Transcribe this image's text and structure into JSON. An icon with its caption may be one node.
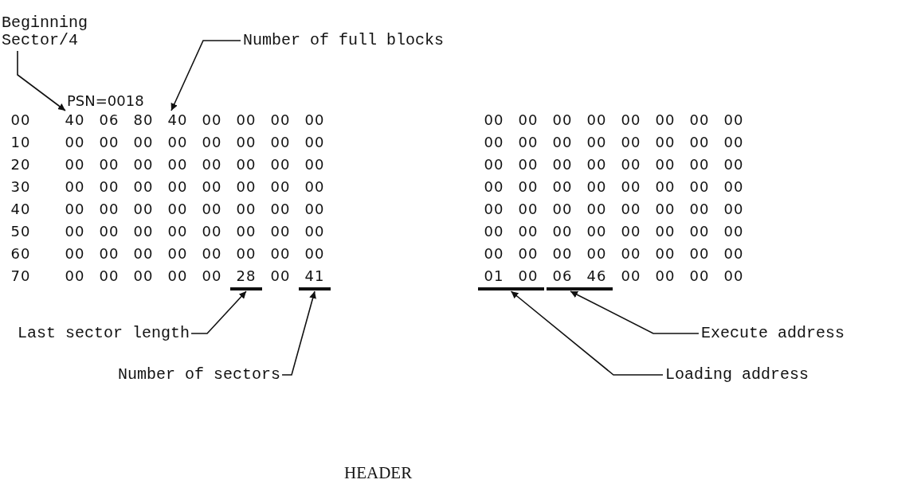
{
  "diagram": {
    "nodes": [
      {
        "text": [
          "Beginning Sector/4"
        ]
      },
      {
        "text": [
          "Number of full blocks"
        ]
      },
      {
        "text": [
          "40"
        ]
      },
      {
        "text": [
          "40"
        ]
      },
      {
        "text": [],
        "shape": "bar"
      },
      {
        "text": [],
        "shape": "bar"
      },
      {
        "text": [],
        "shape": "bar"
      },
      {
        "text": [],
        "shape": "bar"
      },
      {
        "text": [
          "Last sector length"
        ]
      },
      {
        "text": [
          "Execute address"
        ]
      },
      {
        "text": [
          "Number of sectors"
        ]
      },
      {
        "text": [
          "Loading address"
        ]
      }
    ],
    "edges": [
      {
        "from": 0,
        "to": 2,
        "arrow": "to"
      },
      {
        "from": 1,
        "to": 3,
        "arrow": "to"
      },
      {
        "from": 8,
        "to": 4,
        "arrow": "to"
      },
      {
        "from": 10,
        "to": 5,
        "arrow": "to"
      },
      {
        "from": 11,
        "to": 6,
        "arrow": "to"
      },
      {
        "from": 9,
        "to": 7,
        "arrow": "to"
      }
    ],
    "labels": [
      "PSN=0018",
      "00",
      "06",
      "80",
      "00",
      "00",
      "00",
      "00",
      "00",
      "00",
      "00",
      "00",
      "00",
      "00",
      "00",
      "00",
      "10",
      "00",
      "00",
      "00",
      "00",
      "00",
      "00",
      "00",
      "00",
      "00",
      "00",
      "00",
      "00",
      "00",
      "00",
      "00",
      "00",
      "20",
      "00",
      "00",
      "00",
      "00",
      "00",
      "00",
      "00",
      "00",
      "00",
      "00",
      "00",
      "00",
      "00",
      "00",
      "00",
      "00",
      "30",
      "00",
      "00",
      "00",
      "00",
      "00",
      "00",
      "00",
      "00",
      "00",
      "00",
      "00",
      "00",
      "00",
      "00",
      "00",
      "00",
      "40",
      "00",
      "00",
      "00",
      "00",
      "00",
      "00",
      "00",
      "00",
      "00",
      "00",
      "00",
      "00",
      "00",
      "00",
      "00",
      "00",
      "50",
      "00",
      "00",
      "00",
      "00",
      "00",
      "00",
      "00",
      "00",
      "00",
      "00",
      "00",
      "00",
      "00",
      "00",
      "00",
      "00",
      "60",
      "00",
      "00",
      "00",
      "00",
      "00",
      "00",
      "00",
      "00",
      "00",
      "00",
      "00",
      "00",
      "00",
      "00",
      "00",
      "00",
      "70",
      "00",
      "00",
      "00",
      "00",
      "00",
      "28",
      "00",
      "41",
      "01",
      "00",
      "06",
      "46",
      "00",
      "00",
      "00",
      "00",
      "HEADER"
    ]
  }
}
